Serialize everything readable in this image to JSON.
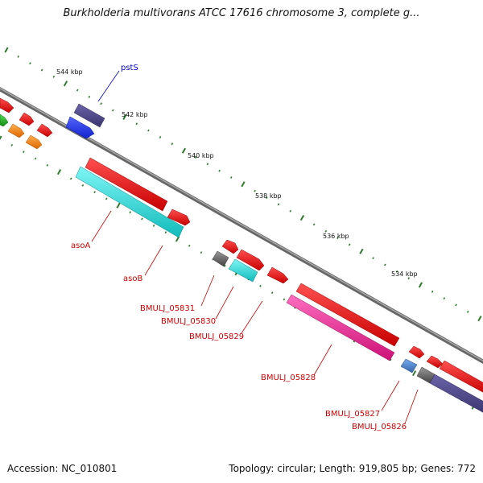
{
  "header": {
    "title": "Burkholderia multivorans ATCC 17616 chromosome 3, complete g..."
  },
  "footer": {
    "accession": "Accession: NC_010801",
    "summary": "Topology: circular; Length: 919,805 bp; Genes: 772"
  },
  "scale": {
    "ticks": [
      "544 kbp",
      "542 kbp",
      "540 kbp",
      "538 kbp",
      "536 kbp",
      "534 kbp"
    ]
  },
  "gene_labels": [
    "pstS",
    "asoA",
    "asoB",
    "BMULJ_05831",
    "BMULJ_05830",
    "BMULJ_05829",
    "BMULJ_05828",
    "BMULJ_05827",
    "BMULJ_05826"
  ],
  "colors": {
    "backbone": "#808080",
    "tick_green": "#2d7a2d",
    "gene_label_red": "#cc0000",
    "gene_label_blue": "#0000cc",
    "feature_red": "#ee0000",
    "feature_cyan": "#22dddd",
    "feature_magenta": "#ee2299",
    "feature_navy": "#4a4488",
    "feature_blue": "#2233ee",
    "feature_gray": "#666666",
    "feature_orange": "#ff8800",
    "feature_green": "#22aa22",
    "feature_steel": "#4488cc"
  }
}
